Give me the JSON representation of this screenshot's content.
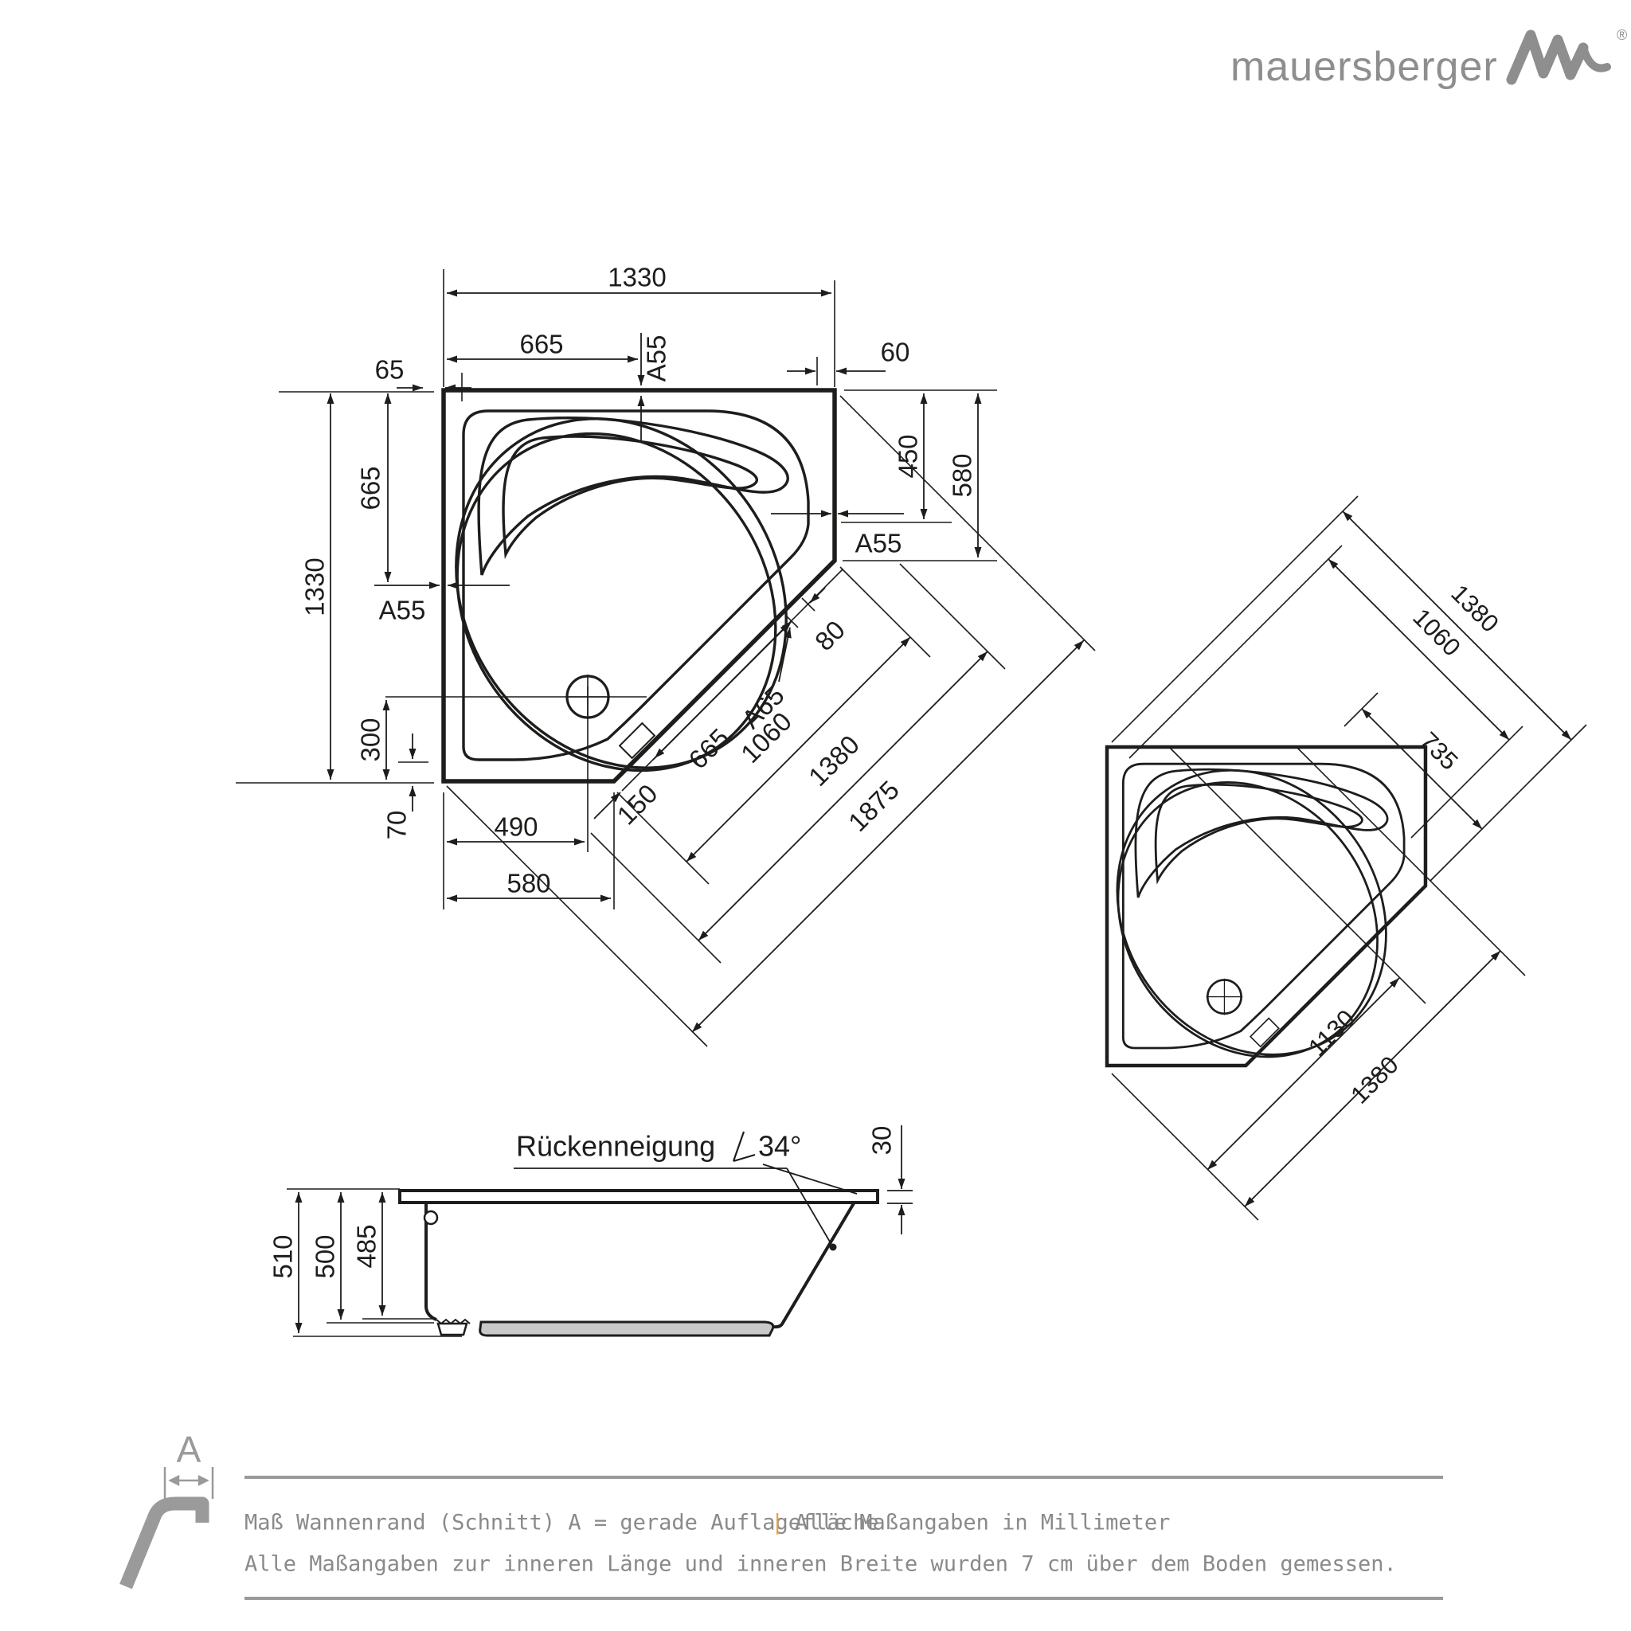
{
  "logo": {
    "brand": "mauersberger",
    "registered": "®"
  },
  "plan_view": {
    "top_width_outer": "1330",
    "top_width_half": "665",
    "top_offset_left": "65",
    "top_offset_right": "60",
    "marker_top": "A55",
    "left_height_outer": "1330",
    "left_height_half": "665",
    "marker_left": "A55",
    "right_depth_inner": "450",
    "right_depth_outer": "580",
    "marker_right": "A55",
    "drain_from_bottom": "300",
    "bottom_gap": "70",
    "drain_from_left": "490",
    "bottom_edge_length": "580",
    "diag_from_corner": "150",
    "diag_overflow_span": "665",
    "marker_diagonal": "A65",
    "diag_rim_width": "80",
    "diag_front_length": "1060",
    "diag_mid_length": "1380",
    "diag_total_length": "1875"
  },
  "corner_view": {
    "upper_outer": "1380",
    "upper_mid": "1060",
    "upper_inner": "735",
    "lower_inner": "1130",
    "lower_outer": "1380"
  },
  "side_view": {
    "back_slope_label": "Rückenneigung",
    "back_slope_angle": "34°",
    "rim_height": "30",
    "height_total": "510",
    "height_mid": "500",
    "height_inner": "485"
  },
  "footer": {
    "section_label": "A",
    "note_rim": "Maß Wannenrand (Schnitt) A = gerade Auflagefläche",
    "separator": "|",
    "note_units": "Alle Maßangaben in Millimeter",
    "note_measure": "Alle Maßangaben zur inneren Länge und inneren Breite wurden 7 cm über dem Boden gemessen."
  },
  "colors": {
    "line": "#1d1d1b",
    "muted": "#8e8e8e",
    "accent": "#e9a23b",
    "base_fill": "#c9c9c9"
  }
}
